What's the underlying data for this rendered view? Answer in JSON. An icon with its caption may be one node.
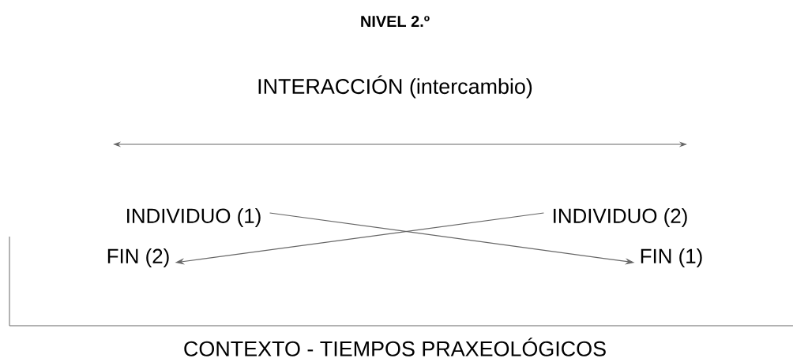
{
  "diagram": {
    "title": "NIVEL 2.º",
    "nodes": [
      {
        "text": [
          "INDIVIDUO (1)"
        ]
      },
      {
        "text": [
          "INDIVIDUO (2)"
        ]
      },
      {
        "text": [
          "FIN (2)"
        ]
      },
      {
        "text": [
          "FIN (1)"
        ]
      }
    ],
    "edges": [
      {
        "from": 0,
        "to": 3,
        "arrow": "to"
      },
      {
        "from": 1,
        "to": 2,
        "arrow": "to"
      }
    ],
    "labels": [
      "INTERACCIÓN (intercambio)",
      "CONTEXTO - TIEMPOS PRAXEOLÓGICOS"
    ]
  }
}
